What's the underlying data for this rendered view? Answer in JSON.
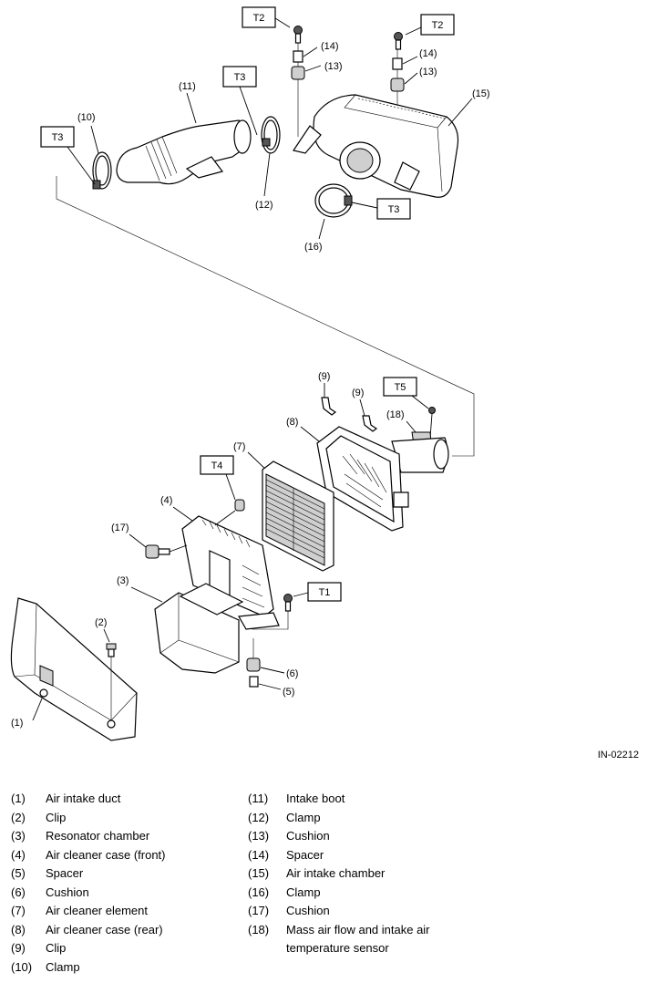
{
  "figure_id": "IN-02212",
  "torque_labels": {
    "t1": "T1",
    "t2": "T2",
    "t3": "T3",
    "t4": "T4",
    "t5": "T5"
  },
  "callouts": {
    "c1": "(1)",
    "c2": "(2)",
    "c3": "(3)",
    "c4": "(4)",
    "c5": "(5)",
    "c6": "(6)",
    "c7": "(7)",
    "c8": "(8)",
    "c9": "(9)",
    "c10": "(10)",
    "c11": "(11)",
    "c12": "(12)",
    "c13": "(13)",
    "c14": "(14)",
    "c15": "(15)",
    "c16": "(16)",
    "c17": "(17)",
    "c18": "(18)"
  },
  "legend": {
    "left": [
      {
        "num": "(1)",
        "text": "Air intake duct"
      },
      {
        "num": "(2)",
        "text": "Clip"
      },
      {
        "num": "(3)",
        "text": "Resonator chamber"
      },
      {
        "num": "(4)",
        "text": "Air cleaner case (front)"
      },
      {
        "num": "(5)",
        "text": "Spacer"
      },
      {
        "num": "(6)",
        "text": "Cushion"
      },
      {
        "num": "(7)",
        "text": "Air cleaner element"
      },
      {
        "num": "(8)",
        "text": "Air cleaner case (rear)"
      },
      {
        "num": "(9)",
        "text": "Clip"
      },
      {
        "num": "(10)",
        "text": "Clamp"
      }
    ],
    "right": [
      {
        "num": "(11)",
        "text": "Intake boot"
      },
      {
        "num": "(12)",
        "text": "Clamp"
      },
      {
        "num": "(13)",
        "text": "Cushion"
      },
      {
        "num": "(14)",
        "text": "Spacer"
      },
      {
        "num": "(15)",
        "text": "Air intake chamber"
      },
      {
        "num": "(16)",
        "text": "Clamp"
      },
      {
        "num": "(17)",
        "text": "Cushion"
      },
      {
        "num": "(18)",
        "text": "Mass air flow and intake air"
      },
      {
        "num": "",
        "text": "temperature sensor"
      }
    ]
  }
}
